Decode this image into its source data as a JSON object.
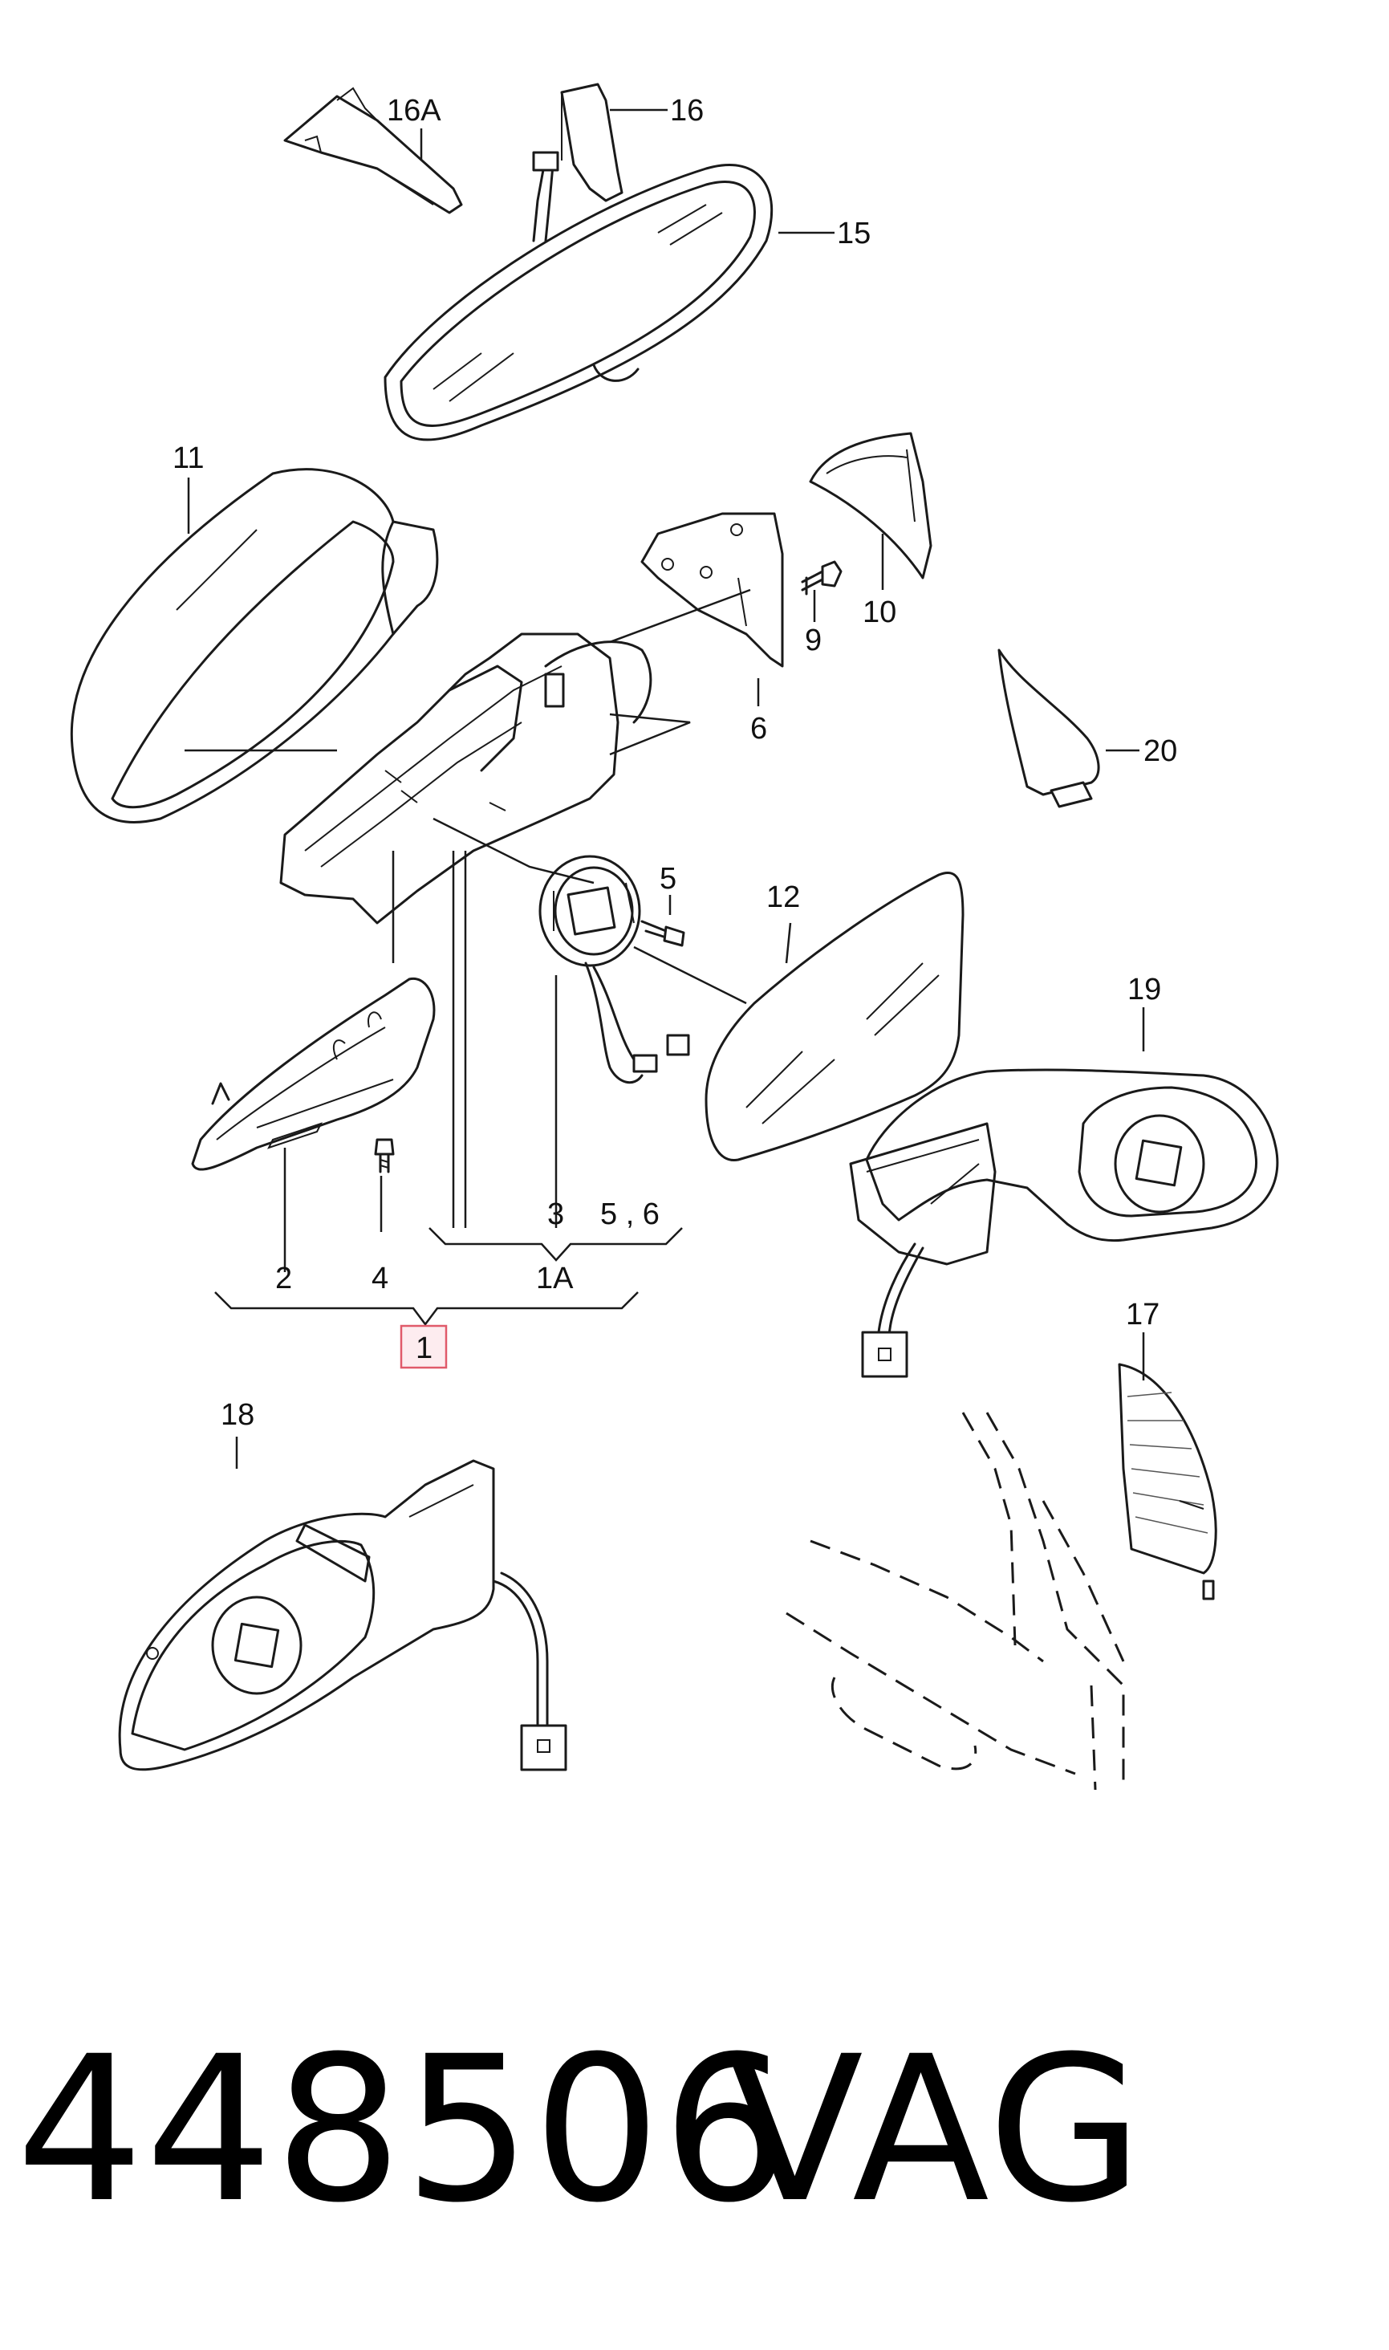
{
  "callouts": {
    "c1": "1",
    "c1A": "1A",
    "c2": "2",
    "c3": "3",
    "c4": "4",
    "c5": "5",
    "c5_6": "5 , 6",
    "c6": "6",
    "c9": "9",
    "c10": "10",
    "c11": "11",
    "c12": "12",
    "c15": "15",
    "c16": "16",
    "c16A": "16A",
    "c17": "17",
    "c18": "18",
    "c19": "19",
    "c20": "20"
  },
  "footer": {
    "part_number": "448506",
    "brand": "VAG"
  },
  "colors": {
    "line": "#1a1a1a",
    "highlight_box": "#e05a6a",
    "highlight_fill": "#fdecef"
  }
}
